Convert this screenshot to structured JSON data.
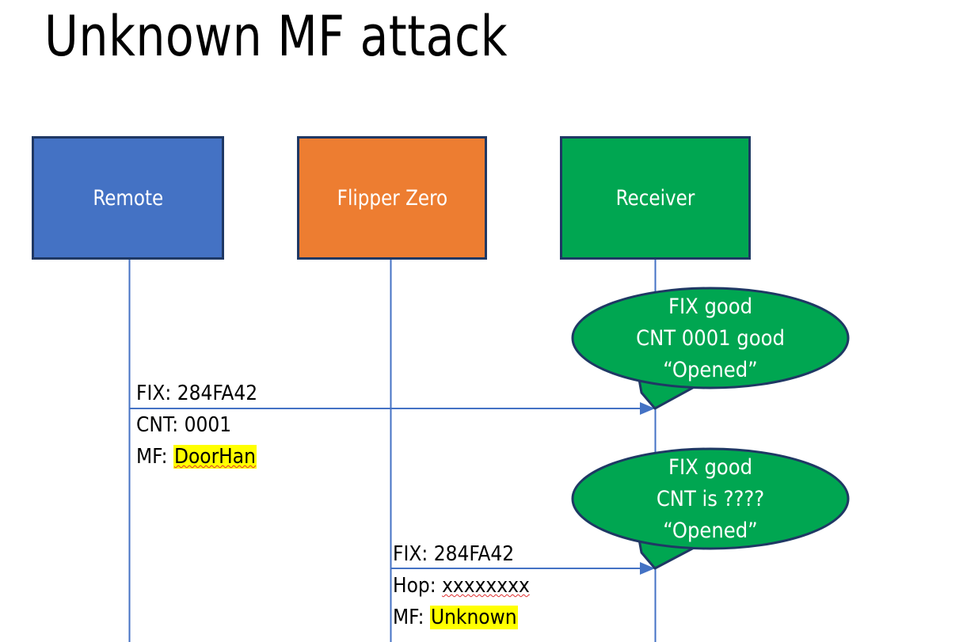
{
  "slide": {
    "title": "Unknown MF attack",
    "background": "#FFFFFF"
  },
  "colors": {
    "remote_fill": "#4472C4",
    "flipper_fill": "#ED7D31",
    "receiver_fill": "#00A651",
    "box_border": "#1F3864",
    "lifeline": "#4472C4",
    "arrow": "#4472C4",
    "bubble_fill": "#00A651",
    "bubble_border": "#1F3864",
    "highlight": "#FFFF00",
    "spellcheck_underline": "#E03030"
  },
  "actors": [
    {
      "id": "remote",
      "label": "Remote"
    },
    {
      "id": "flipper",
      "label": "Flipper Zero"
    },
    {
      "id": "receiver",
      "label": "Receiver"
    }
  ],
  "messages": [
    {
      "id": "msg-1",
      "from": "remote",
      "to": "receiver",
      "lines": [
        {
          "prefix": "FIX: ",
          "value": "284FA42",
          "highlight": false,
          "spellcheck": false
        },
        {
          "prefix": "CNT: ",
          "value": "0001",
          "highlight": false,
          "spellcheck": false
        },
        {
          "prefix": "MF: ",
          "value": "DoorHan",
          "highlight": true,
          "spellcheck": true
        }
      ]
    },
    {
      "id": "msg-2",
      "from": "flipper",
      "to": "receiver",
      "lines": [
        {
          "prefix": "FIX: ",
          "value": "284FA42",
          "highlight": false,
          "spellcheck": false
        },
        {
          "prefix": "Hop: ",
          "value": "xxxxxxxx",
          "highlight": false,
          "spellcheck": true
        },
        {
          "prefix": "MF: ",
          "value": "Unknown",
          "highlight": true,
          "spellcheck": false
        }
      ]
    }
  ],
  "callouts": [
    {
      "id": "callout-1",
      "lines": [
        "FIX good",
        "CNT 0001 good",
        "“Opened”"
      ]
    },
    {
      "id": "callout-2",
      "lines": [
        "FIX good",
        "CNT is ????",
        "“Opened”"
      ]
    }
  ]
}
